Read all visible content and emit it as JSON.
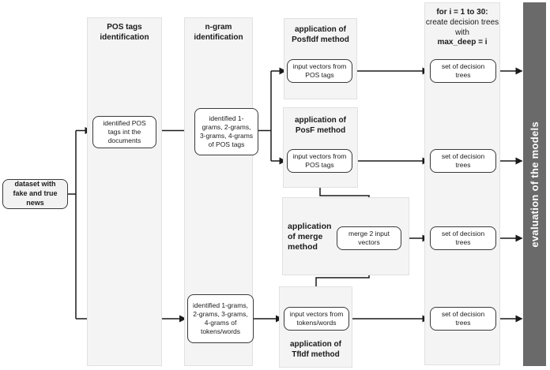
{
  "colors": {
    "panel_bg": "#f4f4f4",
    "panel_border": "#e1e1e1",
    "box_border": "#3a3a3a",
    "bar_bg": "#6a6a6a",
    "bar_text": "#ffffff",
    "arrow": "#1a1a1a"
  },
  "panels": {
    "pos": {
      "title": "POS tags identification"
    },
    "ngram": {
      "title": "n-gram identification"
    },
    "posfidf": {
      "prefix": "application of",
      "method": "PosfIdf",
      "suffix": "method"
    },
    "posf": {
      "prefix": "application of",
      "method": "PosF",
      "suffix": "method"
    },
    "merge": {
      "prefix": "application of",
      "method": "merge",
      "suffix": "method"
    },
    "tfidf": {
      "prefix": "application of",
      "method": "TfIdf",
      "suffix": "method"
    },
    "trees": {
      "line1": "for i = 1 to 30:",
      "line2": "create decision trees with",
      "line3": "max_deep = i"
    }
  },
  "nodes": {
    "dataset": {
      "label": "dataset with fake and true news"
    },
    "pos_tags": {
      "label": "identified POS tags int the documents"
    },
    "ngram_pos": {
      "label": "identified 1-grams, 2-grams, 3-grams, 4-grams of POS tags"
    },
    "ngram_tokens": {
      "label": "identified 1-grams, 2-grams, 3-grams, 4-grams of tokens/words"
    },
    "vectors_posfidf": {
      "label": "input vectors from POS tags"
    },
    "vectors_posf": {
      "label": "input vectors from POS tags"
    },
    "vectors_merge": {
      "label": "merge 2 input vectors"
    },
    "vectors_tokens": {
      "label": "input vectors from tokens/words"
    },
    "set1": {
      "label": "set of decision trees"
    },
    "set2": {
      "label": "set of decision trees"
    },
    "set3": {
      "label": "set of decision trees"
    },
    "set4": {
      "label": "set of decision trees"
    }
  },
  "evaluation_bar": {
    "label": "evaluation of the models"
  }
}
